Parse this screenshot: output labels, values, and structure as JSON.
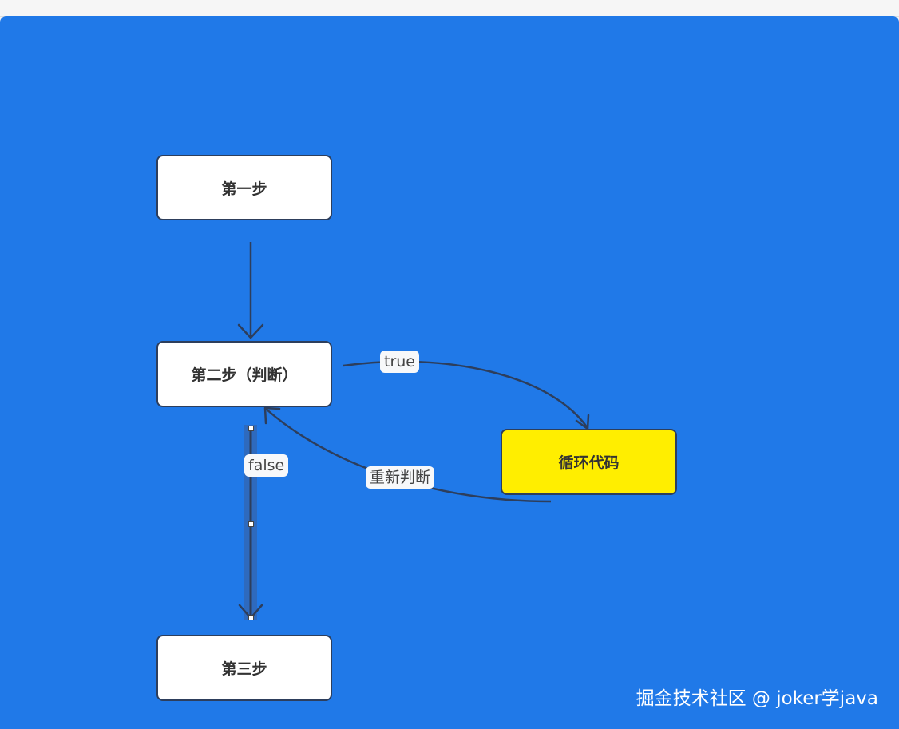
{
  "nodes": {
    "step1": "第一步",
    "step2": "第二步（判断）",
    "loop": "循环代码",
    "step3": "第三步"
  },
  "edge_labels": {
    "true_label": "true",
    "false_label": "false",
    "rejudge_label": "重新判断"
  },
  "watermark": "掘金技术社区 @ joker学java",
  "colors": {
    "canvas": "#2079e8",
    "node": "#ffffff",
    "loop_node": "#ffee00",
    "edge": "#2d3e5c"
  }
}
